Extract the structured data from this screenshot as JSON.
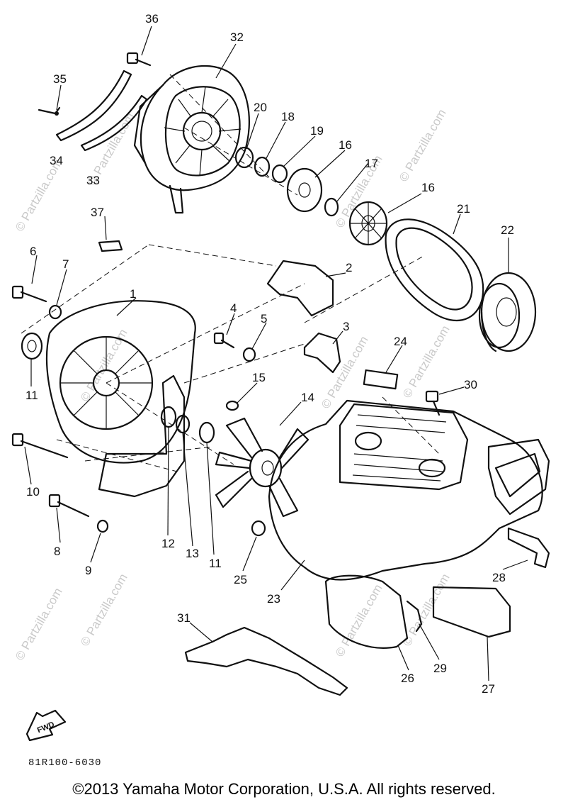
{
  "diagram": {
    "callouts": [
      "36",
      "32",
      "35",
      "20",
      "18",
      "19",
      "16",
      "17",
      "16",
      "34",
      "33",
      "21",
      "22",
      "37",
      "6",
      "7",
      "2",
      "1",
      "4",
      "5",
      "3",
      "24",
      "30",
      "11",
      "15",
      "14",
      "10",
      "8",
      "9",
      "12",
      "13",
      "11",
      "25",
      "23",
      "28",
      "31",
      "26",
      "29",
      "27"
    ],
    "fwd_label": "FWD",
    "drawing_code": "81R100-6030"
  },
  "watermark": {
    "text": "© Partzilla.com"
  },
  "footer": {
    "copyright": "©2013 Yamaha Motor Corporation, U.S.A. All rights reserved."
  }
}
